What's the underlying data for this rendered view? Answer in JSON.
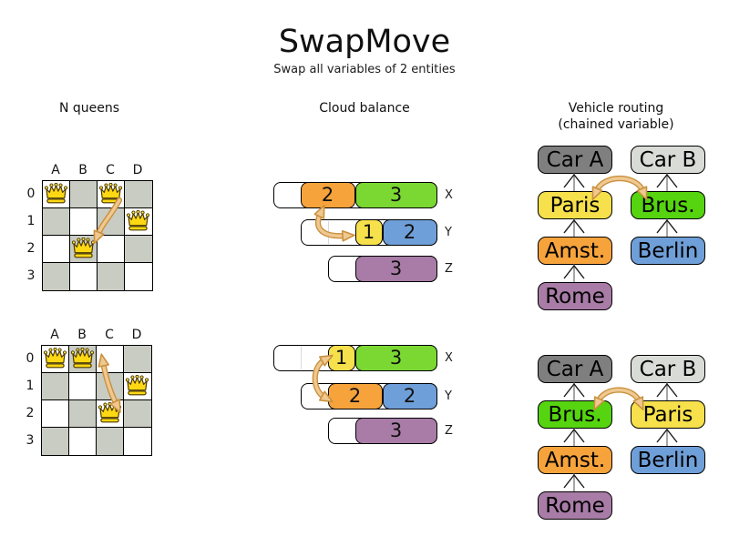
{
  "title": "SwapMove",
  "subtitle": "Swap all variables of 2 entities",
  "sections": {
    "nqueens": {
      "header": "N queens",
      "col_labels": [
        "A",
        "B",
        "C",
        "D"
      ],
      "row_labels": [
        "0",
        "1",
        "2",
        "3"
      ],
      "boards": [
        {
          "name": "before",
          "queens": [
            {
              "col": 0,
              "row": 0
            },
            {
              "col": 2,
              "row": 0
            },
            {
              "col": 3,
              "row": 1
            },
            {
              "col": 1,
              "row": 2
            }
          ]
        },
        {
          "name": "after",
          "queens": [
            {
              "col": 0,
              "row": 0
            },
            {
              "col": 1,
              "row": 0
            },
            {
              "col": 3,
              "row": 1
            },
            {
              "col": 2,
              "row": 2
            }
          ]
        }
      ]
    },
    "cloud": {
      "header": "Cloud balance",
      "groups": [
        {
          "name": "before",
          "rows": [
            {
              "label": "X",
              "total_units": 6,
              "segments": [
                {
                  "units": 1
                },
                {
                  "units": 2,
                  "color": "orange",
                  "value": "2"
                },
                {
                  "units": 3,
                  "color": "cloudgreen",
                  "value": "3"
                }
              ]
            },
            {
              "label": "Y",
              "total_units": 5,
              "segments": [
                {
                  "units": 2
                },
                {
                  "units": 1,
                  "color": "yellow",
                  "value": "1"
                },
                {
                  "units": 2,
                  "color": "blue",
                  "value": "2"
                }
              ]
            },
            {
              "label": "Z",
              "total_units": 4,
              "segments": [
                {
                  "units": 1
                },
                {
                  "units": 3,
                  "color": "purple",
                  "value": "3"
                }
              ]
            }
          ]
        },
        {
          "name": "after",
          "rows": [
            {
              "label": "X",
              "total_units": 6,
              "segments": [
                {
                  "units": 2
                },
                {
                  "units": 1,
                  "color": "yellow",
                  "value": "1"
                },
                {
                  "units": 3,
                  "color": "cloudgreen",
                  "value": "3"
                }
              ]
            },
            {
              "label": "Y",
              "total_units": 5,
              "segments": [
                {
                  "units": 1
                },
                {
                  "units": 2,
                  "color": "orange",
                  "value": "2"
                },
                {
                  "units": 2,
                  "color": "blue",
                  "value": "2"
                }
              ]
            },
            {
              "label": "Z",
              "total_units": 4,
              "segments": [
                {
                  "units": 1
                },
                {
                  "units": 3,
                  "color": "purple",
                  "value": "3"
                }
              ]
            }
          ]
        }
      ]
    },
    "vrp": {
      "header_line1": "Vehicle routing",
      "header_line2": "(chained variable)",
      "groups": [
        {
          "name": "before",
          "chains": [
            {
              "boxes": [
                {
                  "label": "Car A",
                  "color": "darkgray"
                },
                {
                  "label": "Paris",
                  "color": "yellow"
                },
                {
                  "label": "Amst.",
                  "color": "orange"
                },
                {
                  "label": "Rome",
                  "color": "purple"
                }
              ]
            },
            {
              "boxes": [
                {
                  "label": "Car B",
                  "color": "lightgray"
                },
                {
                  "label": "Brus.",
                  "color": "green"
                },
                {
                  "label": "Berlin",
                  "color": "blue"
                }
              ]
            }
          ]
        },
        {
          "name": "after",
          "chains": [
            {
              "boxes": [
                {
                  "label": "Car A",
                  "color": "darkgray"
                },
                {
                  "label": "Brus.",
                  "color": "green"
                },
                {
                  "label": "Amst.",
                  "color": "orange"
                },
                {
                  "label": "Rome",
                  "color": "purple"
                }
              ]
            },
            {
              "boxes": [
                {
                  "label": "Car B",
                  "color": "lightgray"
                },
                {
                  "label": "Paris",
                  "color": "yellow"
                },
                {
                  "label": "Berlin",
                  "color": "blue"
                }
              ]
            }
          ]
        }
      ]
    }
  },
  "palette": {
    "orange": "#f6a33c",
    "cloudgreen": "#7bd832",
    "green": "#55d40f",
    "yellow": "#f6e04b",
    "blue": "#6f9fd8",
    "purple": "#a87ca6",
    "darkgray": "#7f7f7f",
    "lightgray": "#d9dbd7",
    "board_dark_cell": "#c9ccc3",
    "swap_arrow_fill": "#efc892",
    "swap_arrow_stroke": "#c9913d",
    "crown_gold": "#ffd814",
    "crown_outline": "#4a3800",
    "chain_line": "#7f7f7f",
    "chain_chevron": "#1a1a1a"
  }
}
